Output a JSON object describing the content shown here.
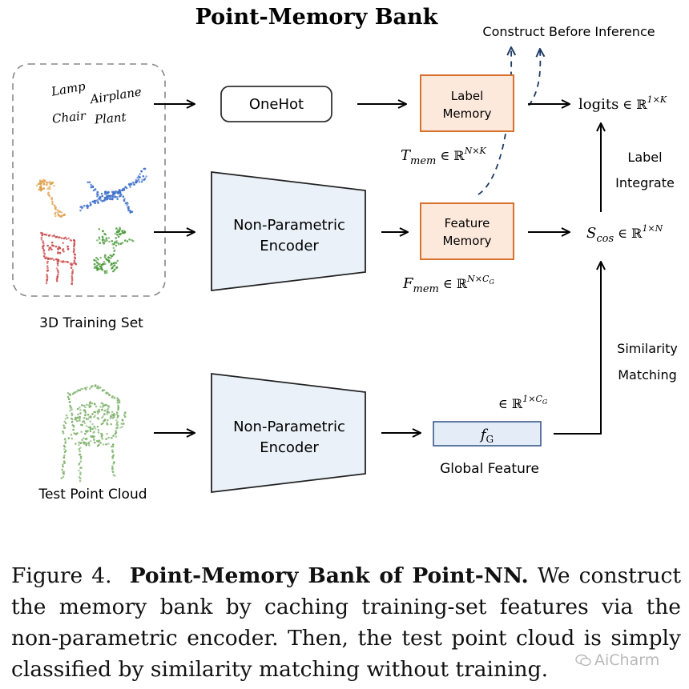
{
  "title": "Point-Memory Bank",
  "construct_label": "Construct Before Inference",
  "training_set": {
    "words": [
      "Lamp",
      "Airplane",
      "Chair",
      "Plant"
    ],
    "caption": "3D Training Set"
  },
  "onehot": "OneHot",
  "label_memory": {
    "line1": "Label",
    "line2": "Memory"
  },
  "feature_memory": {
    "line1": "Feature",
    "line2": "Memory"
  },
  "encoder": {
    "line1": "Non-Parametric",
    "line2": "Encoder"
  },
  "t_mem": {
    "sym": "T",
    "sub": "mem",
    "rel": " ∈ ℝ",
    "sup": "N×K"
  },
  "f_mem": {
    "sym": "F",
    "sub": "mem",
    "rel": " ∈ ℝ",
    "sup": "N×C",
    "supsub": "G"
  },
  "logits": {
    "text": "logits",
    "rel": " ∈ ℝ",
    "sup": "1×K"
  },
  "s_cos": {
    "sym": "S",
    "sub": "cos",
    "rel": " ∈ ℝ",
    "sup": "1×N"
  },
  "label_integrate": {
    "line1": "Label",
    "line2": "Integrate"
  },
  "similarity_matching": {
    "line1": "Similarity",
    "line2": "Matching"
  },
  "global_dim": {
    "rel": "∈ ℝ",
    "sup": "1×C",
    "supsub": "G"
  },
  "f_g": {
    "sym": "f",
    "sub": "G"
  },
  "global_feature": "Global Feature",
  "test_point_cloud": "Test Point Cloud",
  "caption": {
    "prefix": "Figure 4.",
    "bold": "Point-Memory Bank of Point-NN.",
    "rest": " We construct the memory bank by caching training-set features via the non-parametric encoder. Then, the test point cloud is simply classified by similarity matching without training."
  },
  "watermark": "AiCharm",
  "colors": {
    "memory_fill": "#fde9dc",
    "memory_stroke": "#d9702e",
    "encoder_fill": "#eaf1f8",
    "global_fill": "#e4ecf7",
    "global_stroke": "#3a5a8a",
    "dashed": "#1f3b66",
    "lamp": "#e0a04a",
    "airplane": "#3d6fc9",
    "chair": "#c94a4a",
    "plant": "#4a9a3a",
    "test_chair": "#7fb26b"
  }
}
